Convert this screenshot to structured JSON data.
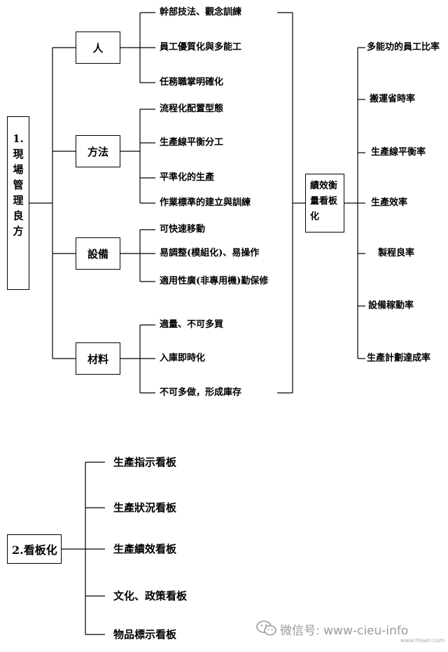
{
  "diagram1": {
    "root": {
      "text": "1.現場管理良方"
    },
    "categories": [
      {
        "label": "人",
        "items": [
          "幹部技法、觀念訓練",
          "員工優質化與多能工",
          "任務職掌明確化"
        ]
      },
      {
        "label": "方法",
        "items": [
          "流程化配置型態",
          "生產線平衡分工",
          "平準化的生產",
          "作業標準的建立與訓練"
        ]
      },
      {
        "label": "設備",
        "items": [
          "可快速移動",
          "易調整(模組化)、易操作",
          "適用性廣(非專用機)勤保修"
        ]
      },
      {
        "label": "材料",
        "items": [
          "適量、不可多買",
          "入庫即時化",
          "不可多做，形成庫存"
        ]
      }
    ],
    "hub": {
      "text": "績效衡量看板化"
    },
    "metrics": [
      "多能功的員工比率",
      "搬運省時率",
      "生產線平衡率",
      "生產效率",
      "製程良率",
      "設備稼動率",
      "生產計劃達成率"
    ]
  },
  "diagram2": {
    "root": {
      "text": "2.看板化"
    },
    "items": [
      "生產指示看板",
      "生產狀況看板",
      "生產績效看板",
      "文化、政策看板",
      "物品標示看板"
    ]
  },
  "watermark": {
    "text": "微信号: www-cieu-info",
    "small": "www.hlean.com",
    "icon": "wechat-icon"
  }
}
